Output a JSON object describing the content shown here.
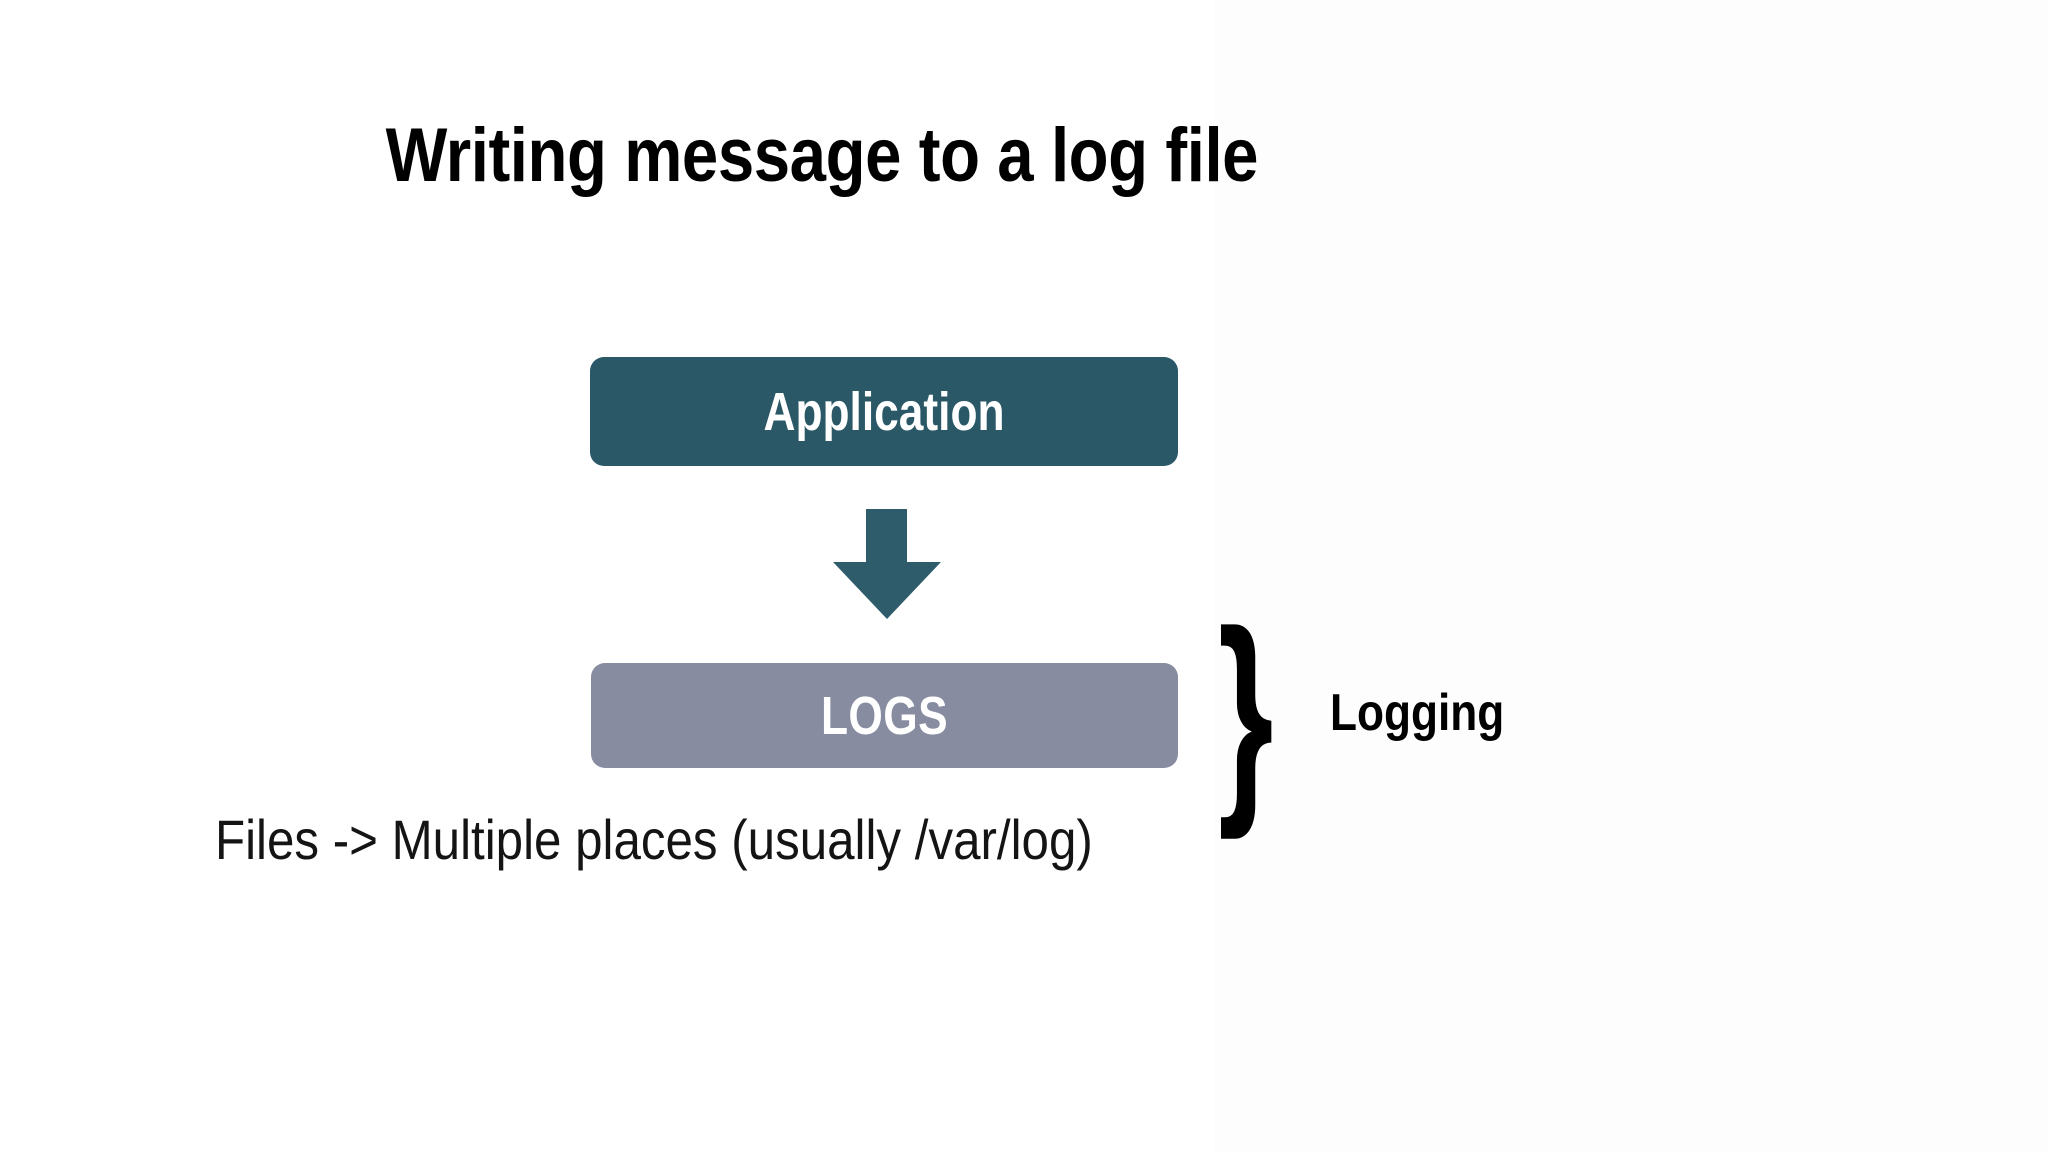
{
  "slide": {
    "title": "Writing message to a log file",
    "background_color": "#ffffff"
  },
  "diagram": {
    "nodes": [
      {
        "id": "application",
        "label": "Application",
        "fill_color": "#2a5866",
        "text_color": "#ffffff"
      },
      {
        "id": "logs",
        "label": "LOGS",
        "fill_color": "#888ca0",
        "text_color": "#ffffff"
      }
    ],
    "arrow": {
      "name": "down-arrow",
      "direction": "down",
      "from": "application",
      "to": "logs",
      "color": "#2f5c6b"
    },
    "grouping": {
      "brace_glyph": "}",
      "label": "Logging",
      "color": "#000000"
    }
  },
  "caption": {
    "text": "Files -> Multiple places (usually /var/log)",
    "color": "#141414"
  }
}
